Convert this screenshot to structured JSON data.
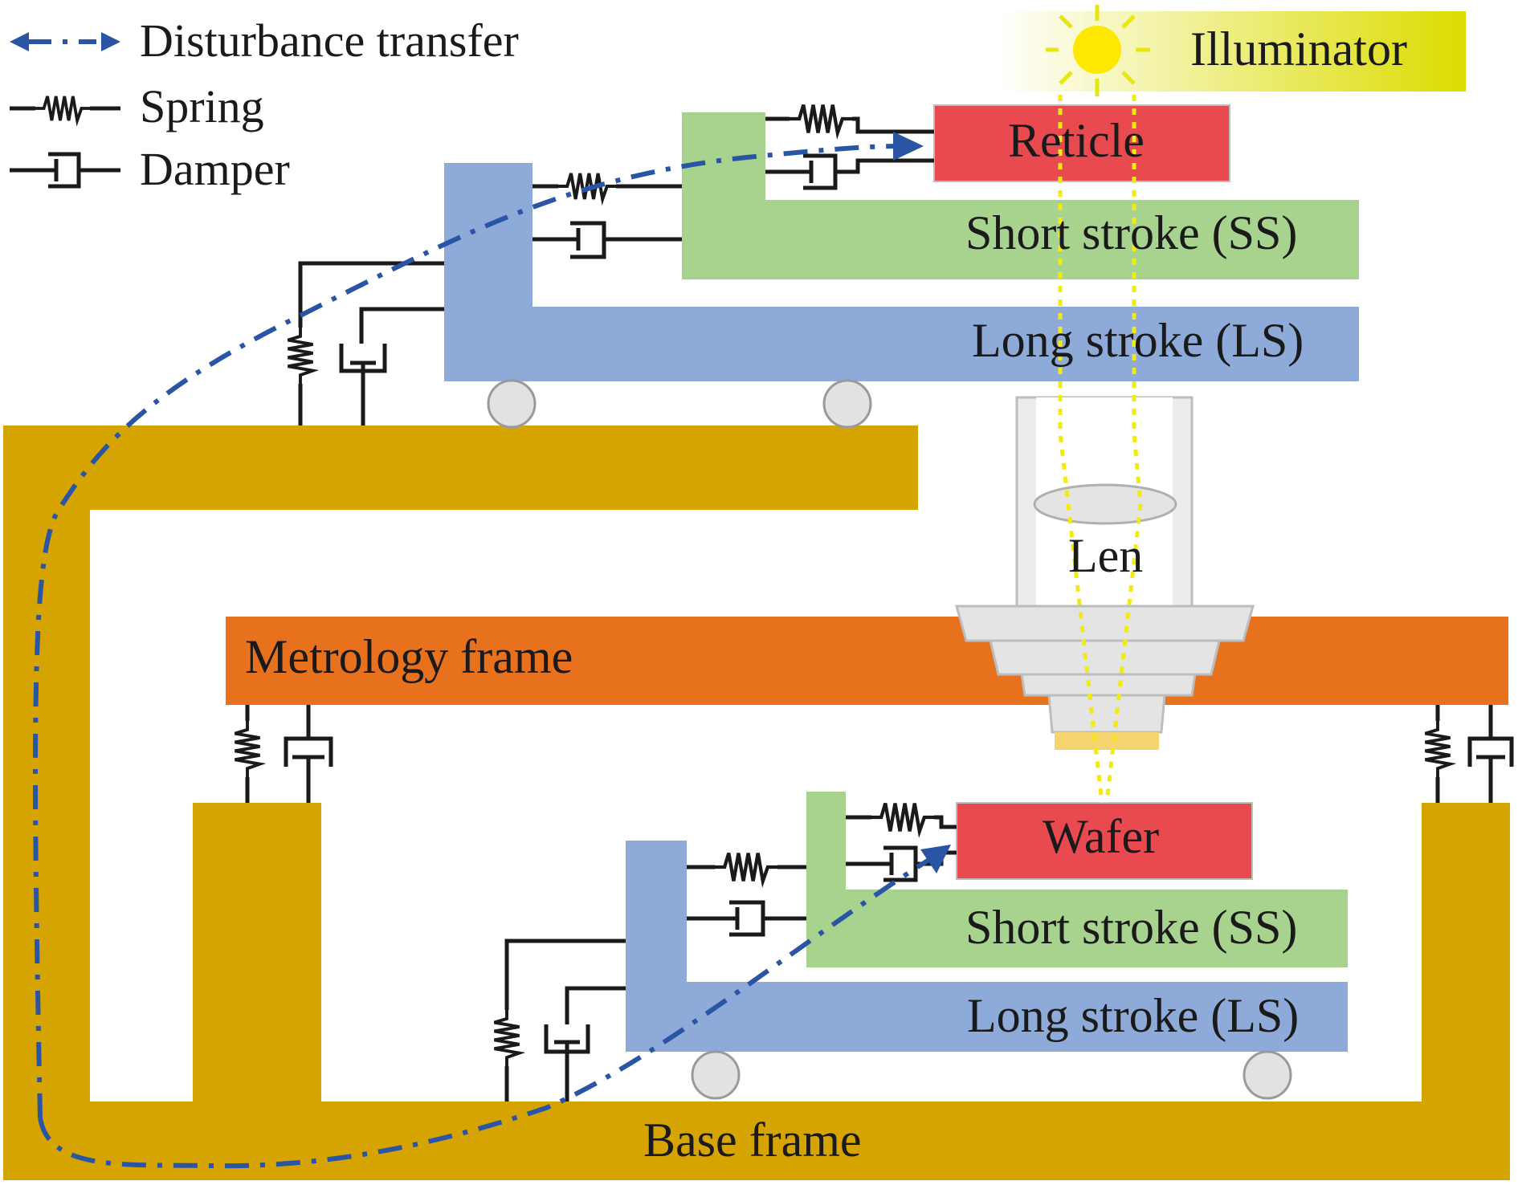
{
  "legend": {
    "disturbance": "Disturbance transfer",
    "spring": "Spring",
    "damper": "Damper"
  },
  "labels": {
    "illuminator": "Illuminator",
    "reticle": "Reticle",
    "reticle_short_stroke": "Short stroke (SS)",
    "reticle_long_stroke": "Long stroke (LS)",
    "lens": "Len",
    "metrology_frame": "Metrology frame",
    "wafer": "Wafer",
    "wafer_short_stroke": "Short stroke (SS)",
    "wafer_long_stroke": "Long stroke (LS)",
    "base_frame": "Base frame"
  },
  "colors": {
    "frame": "#d6a400",
    "metrology": "#e8711d",
    "long_stroke": "#8eaad8",
    "short_stroke": "#a8d38f",
    "target": "#e84a4f",
    "disturbance": "#2a55a5",
    "beam": "#f2ea14",
    "illuminator_glow": "#dcdc00",
    "lens_body": "#ececec"
  },
  "icons": {
    "sun": "sun-icon",
    "spring": "spring-icon",
    "damper": "damper-icon",
    "roller": "roller-icon",
    "arrow": "arrow-head-icon"
  }
}
